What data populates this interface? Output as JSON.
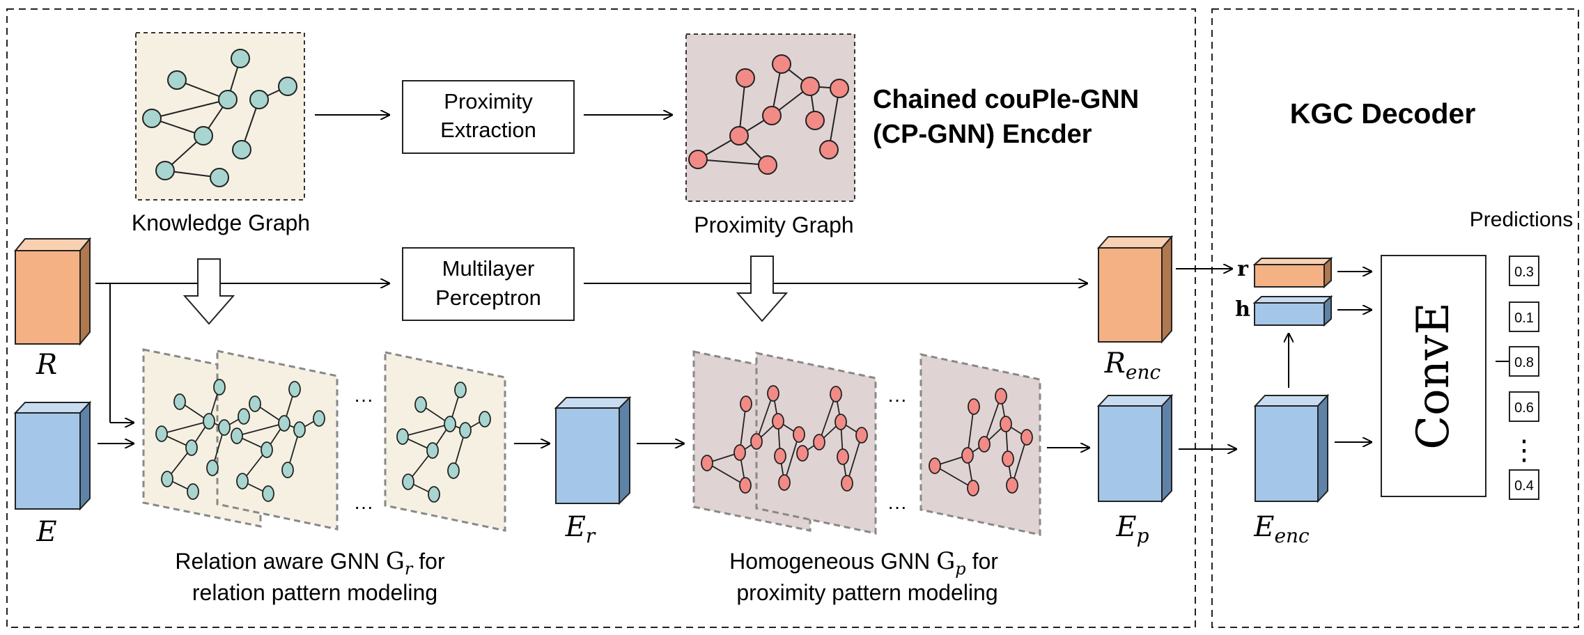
{
  "encoder": {
    "title_line1": "Chained couPle-GNN",
    "title_line2": "(CP-GNN) Encder",
    "knowledge_graph_label": "Knowledge Graph",
    "proximity_graph_label": "Proximity Graph",
    "proximity_extraction_line1": "Proximity",
    "proximity_extraction_line2": "Extraction",
    "mlp_line1": "Multilayer",
    "mlp_line2": "Perceptron",
    "relation_gnn_line1_prefix": "Relation aware GNN ",
    "relation_gnn_symbol": "G",
    "relation_gnn_sub": "r",
    "relation_gnn_line1_suffix": " for",
    "relation_gnn_line2": "relation pattern modeling",
    "homo_gnn_line1_prefix": "Homogeneous GNN ",
    "homo_gnn_symbol": "G",
    "homo_gnn_sub": "p",
    "homo_gnn_line1_suffix": " for",
    "homo_gnn_line2": "proximity pattern modeling",
    "ellipsis": "···",
    "labels": {
      "R": "R",
      "E": "E",
      "Er_main": "E",
      "Er_sub": "r",
      "Renc_main": "R",
      "Renc_sub": "enc",
      "Ep_main": "E",
      "Ep_sub": "p"
    }
  },
  "decoder": {
    "title": "KGC Decoder",
    "predictions_label": "Predictions",
    "r_label": "r",
    "h_label": "h",
    "conve_label": "ConvE",
    "eenc_main": "E",
    "eenc_sub": "enc",
    "predictions": [
      "0.3",
      "0.1",
      "0.8",
      "0.6",
      "0.4"
    ],
    "vertical_ellipsis": "⋮"
  },
  "colors": {
    "teal_node": "#a8d5cf",
    "red_node": "#f28b86",
    "cream_bg": "#f5f0e1",
    "mauve_bg": "#dfd3d3",
    "orange_block": "#f3b184",
    "blue_block": "#a4c6e8"
  }
}
